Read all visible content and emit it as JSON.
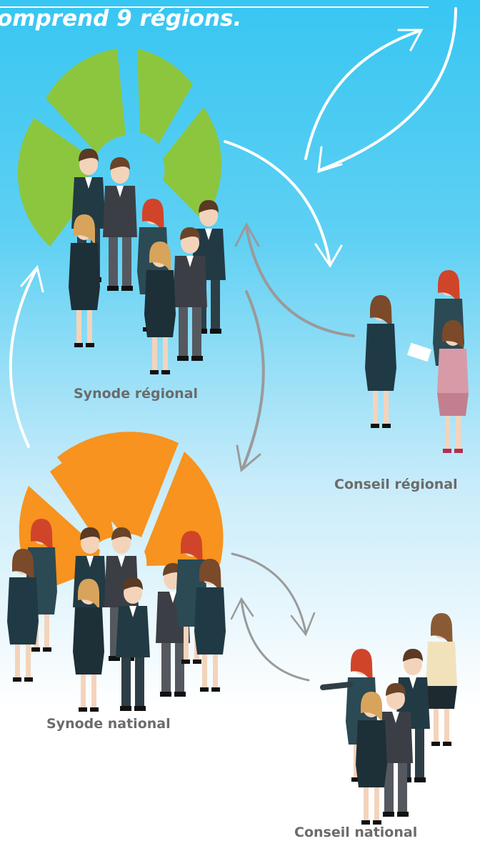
{
  "header": {
    "text": "omprend 9 régions."
  },
  "nodes": {
    "synode_regional": "Synode régional",
    "conseil_regional": "Conseil régional",
    "synode_national": "Synode national",
    "conseil_national": "Conseil national"
  },
  "colors": {
    "background_top": "#38c6f2",
    "background_bottom": "#ffffff",
    "regional_ring": "#8cc63e",
    "national_ring": "#f7931e",
    "arrow_light": "#ffffff",
    "arrow_grey": "#9a9a9a",
    "label_text": "#6b6b6b"
  }
}
